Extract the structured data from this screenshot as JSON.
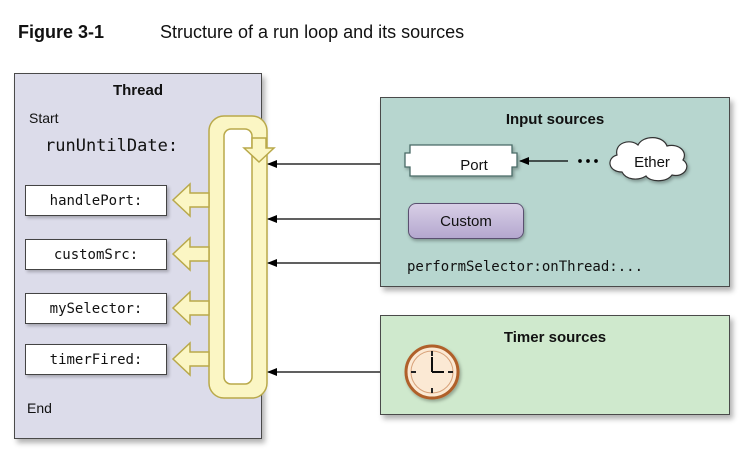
{
  "figure": {
    "label": "Figure 3-1",
    "title": "Structure of a run loop and its sources"
  },
  "thread": {
    "title": "Thread",
    "start": "Start",
    "end": "End",
    "run_method": "runUntilDate:",
    "handlers": [
      "handlePort:",
      "customSrc:",
      "mySelector:",
      "timerFired:"
    ]
  },
  "input_sources": {
    "title": "Input sources",
    "port": "Port",
    "ether": "Ether",
    "custom": "Custom",
    "perform_selector": "performSelector:onThread:..."
  },
  "timer_sources": {
    "title": "Timer sources",
    "icon": "clock-icon"
  },
  "colors": {
    "thread_fill": "#dcdcea",
    "input_fill": "#b7d6cf",
    "timer_fill": "#cfe9cd",
    "loop_fill": "#fbf6c4",
    "loop_stroke": "#b9a94a",
    "clock_face": "#fbe9d4",
    "clock_rim": "#b0602a"
  }
}
